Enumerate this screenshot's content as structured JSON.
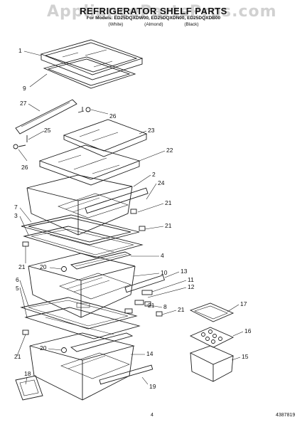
{
  "header": {
    "watermark": "AppliancePartsPros.com",
    "title": "REFRIGERATOR SHELF PARTS",
    "models": "For Models: ED25DQXDW00, ED25DQXDN00, ED25DQXDB00",
    "colors": [
      "(White)",
      "(Almond)",
      "(Black)"
    ]
  },
  "callouts": [
    "1",
    "9",
    "27",
    "26",
    "25",
    "26",
    "23",
    "22",
    "2",
    "24",
    "7",
    "3",
    "21",
    "21",
    "4",
    "21",
    "20",
    "10",
    "13",
    "6",
    "5",
    "11",
    "12",
    "8",
    "21",
    "21",
    "17",
    "16",
    "21",
    "20",
    "14",
    "15",
    "18",
    "19"
  ],
  "footer": {
    "page": "4",
    "doc_number": "4387819"
  }
}
